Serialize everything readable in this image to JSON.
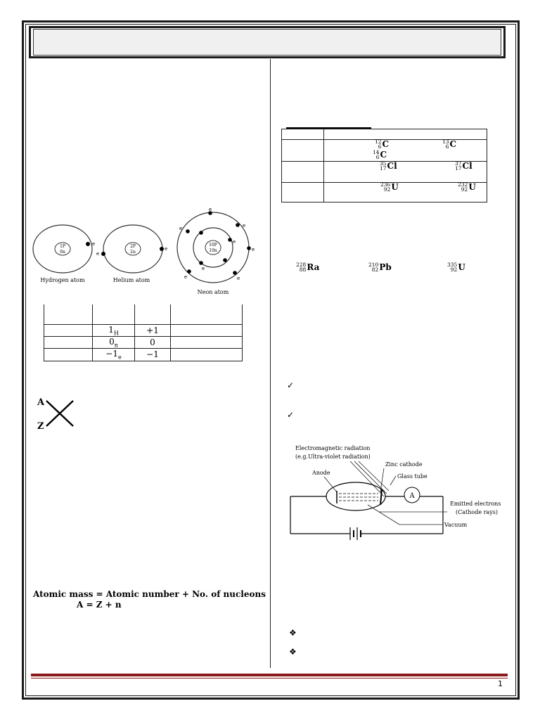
{
  "atoms": {
    "hydrogen": {
      "caption": "Hydrogen atom",
      "nucleus_p": "1P",
      "nucleus_n": "0n",
      "electron": "e"
    },
    "helium": {
      "caption": "Helium atom",
      "nucleus_p": "2P",
      "nucleus_n": "2n",
      "electron": "e"
    },
    "neon": {
      "caption": "Neon atom",
      "nucleus_p": "10P",
      "nucleus_n": "10n",
      "electron": "e"
    }
  },
  "particle_table": {
    "rows": [
      {
        "symbol": "1",
        "symbol_sub": "H",
        "charge": "+1"
      },
      {
        "symbol": "0",
        "symbol_sub": "n",
        "charge": "0"
      },
      {
        "symbol": "−1",
        "symbol_sub": "e",
        "charge": "−1"
      }
    ]
  },
  "notation": {
    "A": "A",
    "Z": "Z"
  },
  "formula": {
    "line1": "Atomic mass = Atomic number + No. of nucleons",
    "line2": "A = Z + n"
  },
  "isotope_table": {
    "rows": [
      {
        "left": {
          "mass": "12",
          "atomic": "6",
          "symbol": "C"
        },
        "right": {
          "mass": "13",
          "atomic": "6",
          "symbol": "C"
        },
        "extra": {
          "mass": "14",
          "atomic": "6",
          "symbol": "C"
        }
      },
      {
        "left": {
          "mass": "35",
          "atomic": "17",
          "symbol": "Cl"
        },
        "right": {
          "mass": "37",
          "atomic": "17",
          "symbol": "Cl"
        }
      },
      {
        "left": {
          "mass": "236",
          "atomic": "92",
          "symbol": "U"
        },
        "right": {
          "mass": "232",
          "atomic": "92",
          "symbol": "U"
        }
      }
    ]
  },
  "examples": [
    {
      "mass": "228",
      "atomic": "88",
      "symbol": "Ra"
    },
    {
      "mass": "210",
      "atomic": "82",
      "symbol": "Pb"
    },
    {
      "mass": "335",
      "atomic": "92",
      "symbol": "U"
    }
  ],
  "checkmarks": [
    "✓",
    "✓"
  ],
  "photo_diagram": {
    "em_label_1": "Electromagnetic radiation",
    "em_label_2": "(e.g.Ultra-violet radiation)",
    "zinc": "Zinc cathode",
    "anode": "Anode",
    "glass": "Glass tube",
    "ammeter": "A",
    "emitted_1": "Emitted electrons",
    "emitted_2": "(Cathode rays)",
    "vacuum": "Vacuum"
  },
  "diamonds": [
    "❖",
    "❖"
  ],
  "footer": {
    "page_number": "1"
  }
}
